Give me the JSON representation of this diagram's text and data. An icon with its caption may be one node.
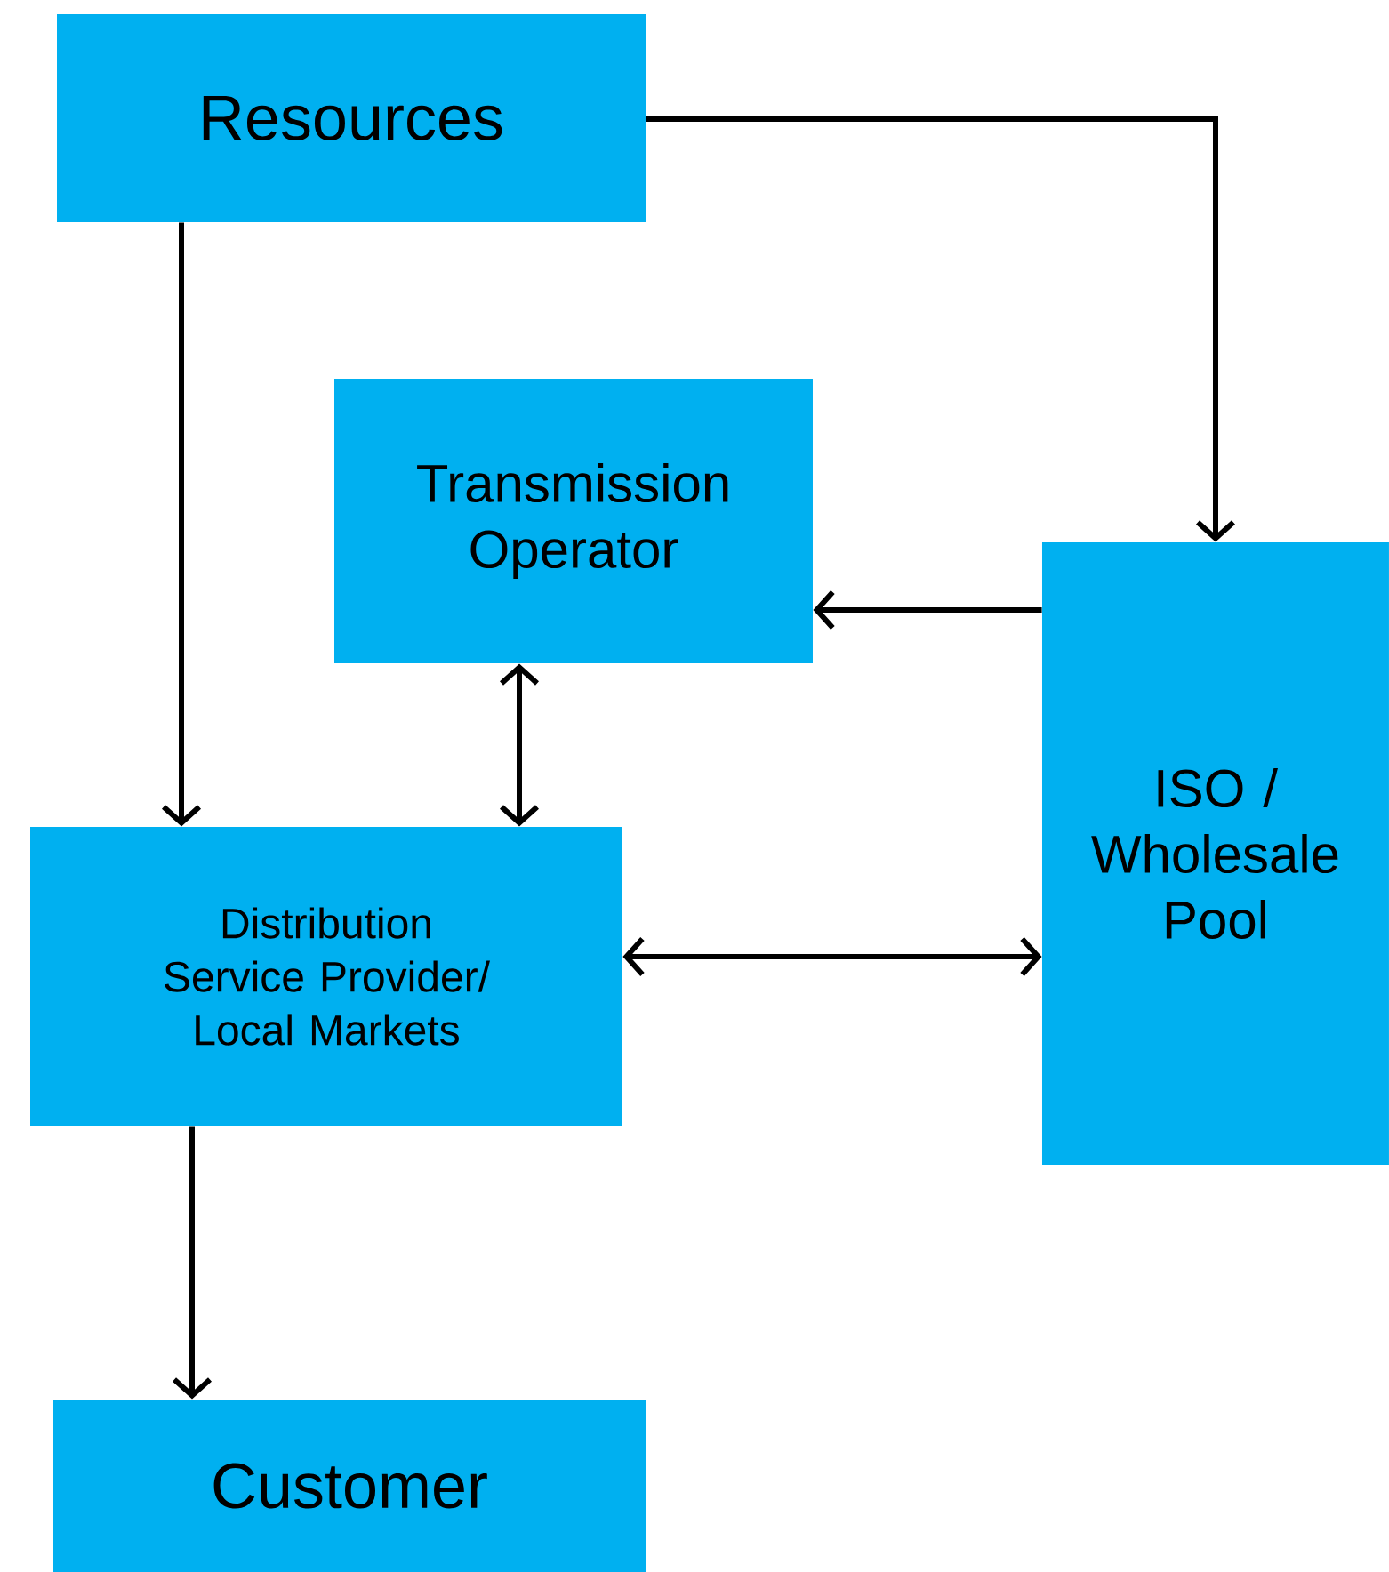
{
  "diagram": {
    "nodes": [
      {
        "text": [
          "Resources"
        ]
      },
      {
        "text": [
          "Transmission Operator"
        ]
      },
      {
        "text": [
          "ISO / Wholesale Pool"
        ]
      },
      {
        "text": [
          "Distribution Service Provider/ Local Markets"
        ]
      },
      {
        "text": [
          "Customer"
        ]
      }
    ],
    "edges": [
      {
        "from": 0,
        "to": 2,
        "arrow": "to"
      },
      {
        "from": 0,
        "to": 3,
        "arrow": "to"
      },
      {
        "from": 2,
        "to": 1,
        "arrow": "to"
      },
      {
        "from": 1,
        "to": 3,
        "arrow": "both"
      },
      {
        "from": 3,
        "to": 2,
        "arrow": "both"
      },
      {
        "from": 3,
        "to": 4,
        "arrow": "to"
      }
    ]
  }
}
